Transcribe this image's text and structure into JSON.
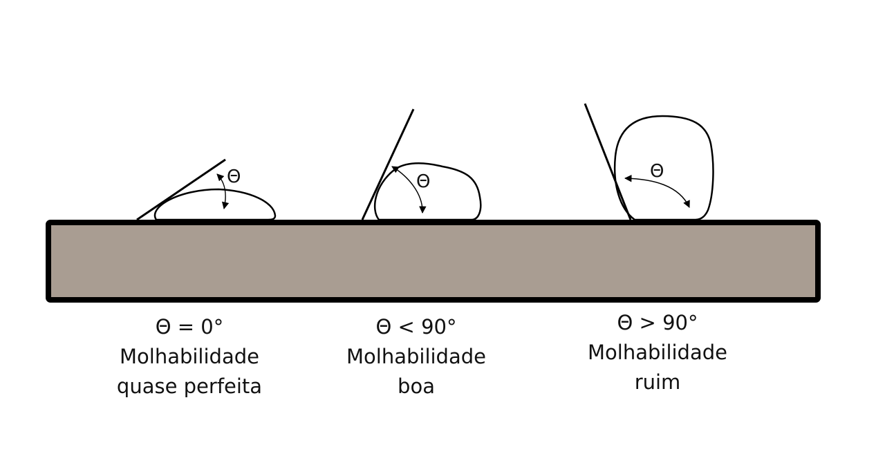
{
  "colors": {
    "substrate_fill": "#a99d92",
    "stroke": "#000000",
    "background": "#ffffff"
  },
  "cases": [
    {
      "angle_symbol": "Θ",
      "condition": "Θ = 0°",
      "line1": "Molhabilidade",
      "line2": "quase perfeita"
    },
    {
      "angle_symbol": "Θ",
      "condition": "Θ < 90°",
      "line1": "Molhabilidade",
      "line2": "boa"
    },
    {
      "angle_symbol": "Θ",
      "condition": "Θ > 90°",
      "line1": "Molhabilidade",
      "line2": "ruim"
    }
  ]
}
